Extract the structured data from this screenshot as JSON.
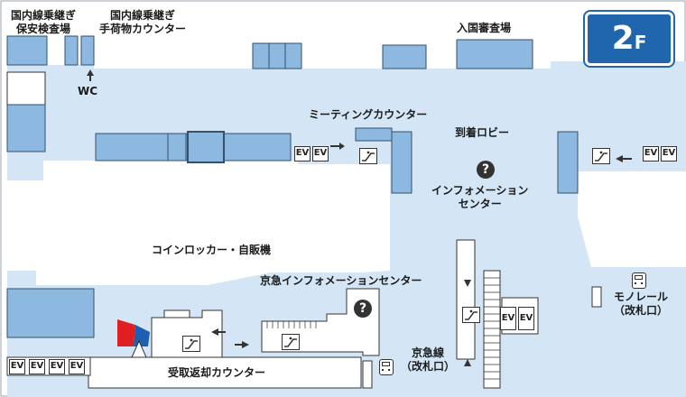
{
  "floor": {
    "number": "2",
    "suffix": "F"
  },
  "labels": {
    "domestic_security_1": "国内線乗継ぎ",
    "domestic_security_2": "保安検査場",
    "domestic_baggage_1": "国内線乗継ぎ",
    "domestic_baggage_2": "手荷物カウンター",
    "immigration": "入国審査場",
    "wc": "WC",
    "meeting_counter": "ミーティングカウンター",
    "arrival_lobby": "到着ロビー",
    "info_center_1": "インフォメーション",
    "info_center_2": "センター",
    "lockers": "コインロッカー・自販機",
    "keikyu_info": "京急インフォメーションセンター",
    "monorail_1": "モノレール",
    "monorail_2": "（改札口）",
    "keikyu_1": "京急線",
    "keikyu_2": "（改札口）",
    "baggage_return": "受取返却カウンター"
  },
  "ev_label": "EV",
  "info_glyph": "?",
  "colors": {
    "floor": "#d4e6f6",
    "block": "#8db8df",
    "block_stroke": "#34506b",
    "badge": "#1f66ad",
    "accent_red": "#e02020",
    "accent_blue": "#1f5fb0"
  },
  "icons": [
    "floor-badge",
    "info-icon",
    "train-icon",
    "escalator-icon",
    "elevator-icon",
    "arrow-icon"
  ]
}
